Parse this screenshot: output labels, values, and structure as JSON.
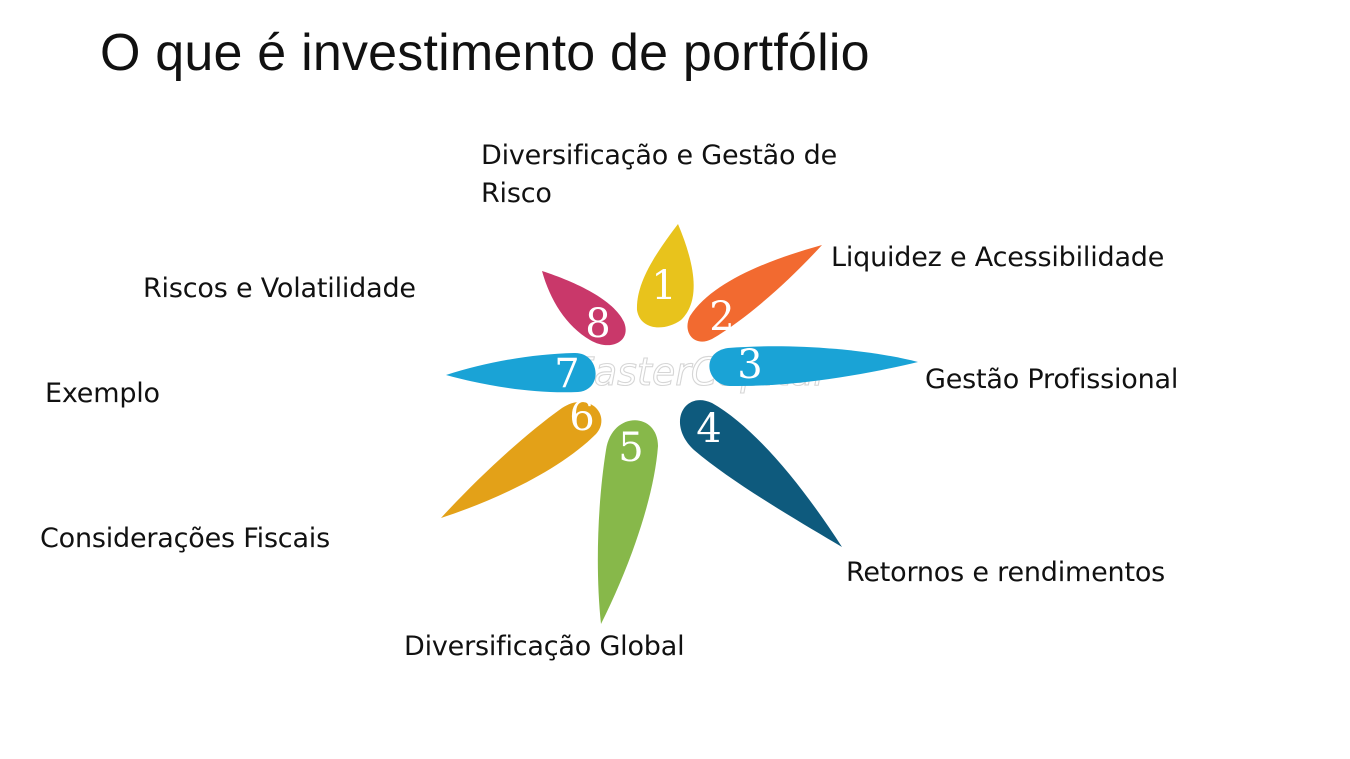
{
  "title": "O que é investimento de portfólio",
  "watermark": "FasterCapital",
  "petals": [
    {
      "number": "1",
      "label": "Diversificação e Gestão de Risco",
      "color": "#e8c31c"
    },
    {
      "number": "2",
      "label": "Liquidez e Acessibilidade",
      "color": "#f26a30"
    },
    {
      "number": "3",
      "label": "Gestão Profissional",
      "color": "#1aa3d6"
    },
    {
      "number": "4",
      "label": "Retornos e rendimentos",
      "color": "#0e5a7d"
    },
    {
      "number": "5",
      "label": "Diversificação Global",
      "color": "#87b84a"
    },
    {
      "number": "6",
      "label": "Considerações Fiscais",
      "color": "#e3a118"
    },
    {
      "number": "7",
      "label": "Exemplo",
      "color": "#1aa3d6"
    },
    {
      "number": "8",
      "label": "Riscos e Volatilidade",
      "color": "#c9386a"
    }
  ]
}
